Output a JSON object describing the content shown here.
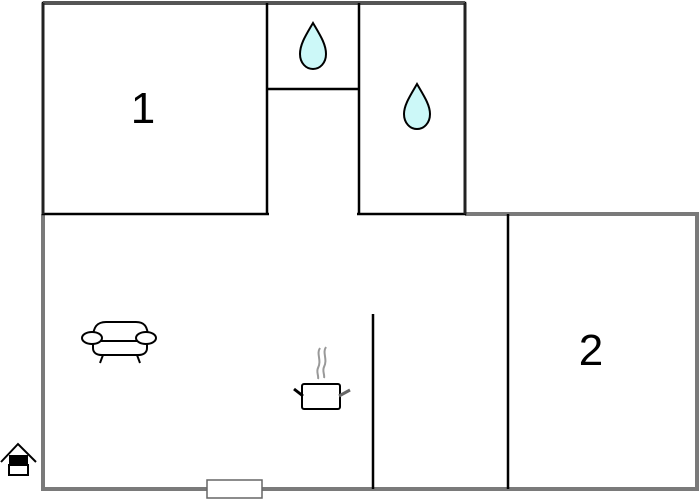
{
  "floorplan": {
    "colors": {
      "outer_wall": "#7a7a7a",
      "inner_wall": "#000000",
      "water_fill": "#ccf8f8",
      "background": "#ffffff"
    },
    "rooms": [
      {
        "id": "bedroom-1",
        "label": "1",
        "type": "bedroom"
      },
      {
        "id": "bathroom-small",
        "label": "",
        "type": "bathroom",
        "icon": "water-drop-icon"
      },
      {
        "id": "bathroom-large",
        "label": "",
        "type": "bathroom",
        "icon": "water-drop-icon"
      },
      {
        "id": "living-kitchen",
        "label": "",
        "type": "living-room",
        "icons": [
          "sofa-icon",
          "cooking-pot-icon"
        ]
      },
      {
        "id": "bedroom-2",
        "label": "2",
        "type": "bedroom"
      }
    ],
    "entrance": {
      "icon": "house-entrance-icon"
    },
    "window": {
      "icon": "window"
    }
  }
}
